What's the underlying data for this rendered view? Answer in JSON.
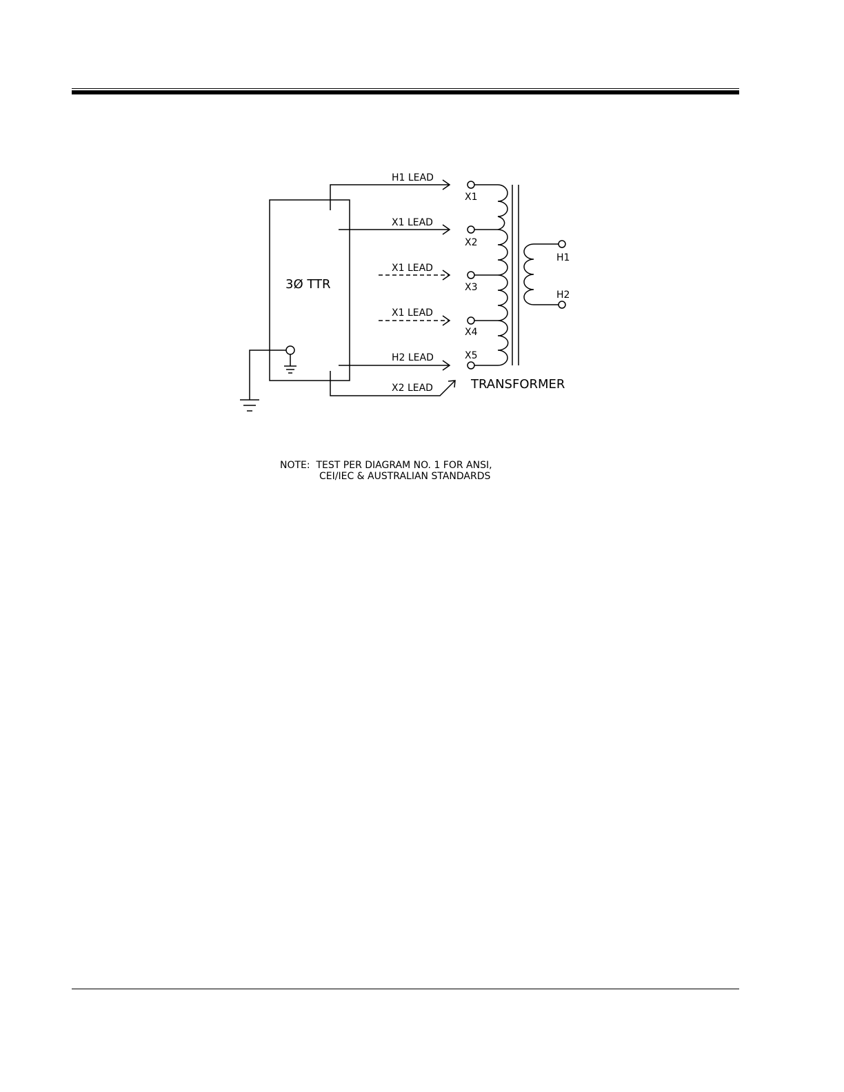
{
  "diagram": {
    "ttr_label": "3Ø TTR",
    "leads": [
      {
        "label": "H1 LEAD",
        "style": "solid"
      },
      {
        "label": "X1 LEAD",
        "style": "solid"
      },
      {
        "label": "X1 LEAD",
        "style": "dashed"
      },
      {
        "label": "X1 LEAD",
        "style": "dashed"
      },
      {
        "label": "H2 LEAD",
        "style": "solid"
      },
      {
        "label": "X2 LEAD",
        "style": "solid"
      }
    ],
    "low_side_terminals": [
      "X1",
      "X2",
      "X3",
      "X4",
      "X5"
    ],
    "high_side_terminals": [
      "H1",
      "H2"
    ],
    "transformer_label": "TRANSFORMER"
  },
  "note": {
    "line1": "NOTE:  TEST PER DIAGRAM NO. 1 FOR ANSI,",
    "line2": "CEI/IEC & AUSTRALIAN STANDARDS"
  }
}
